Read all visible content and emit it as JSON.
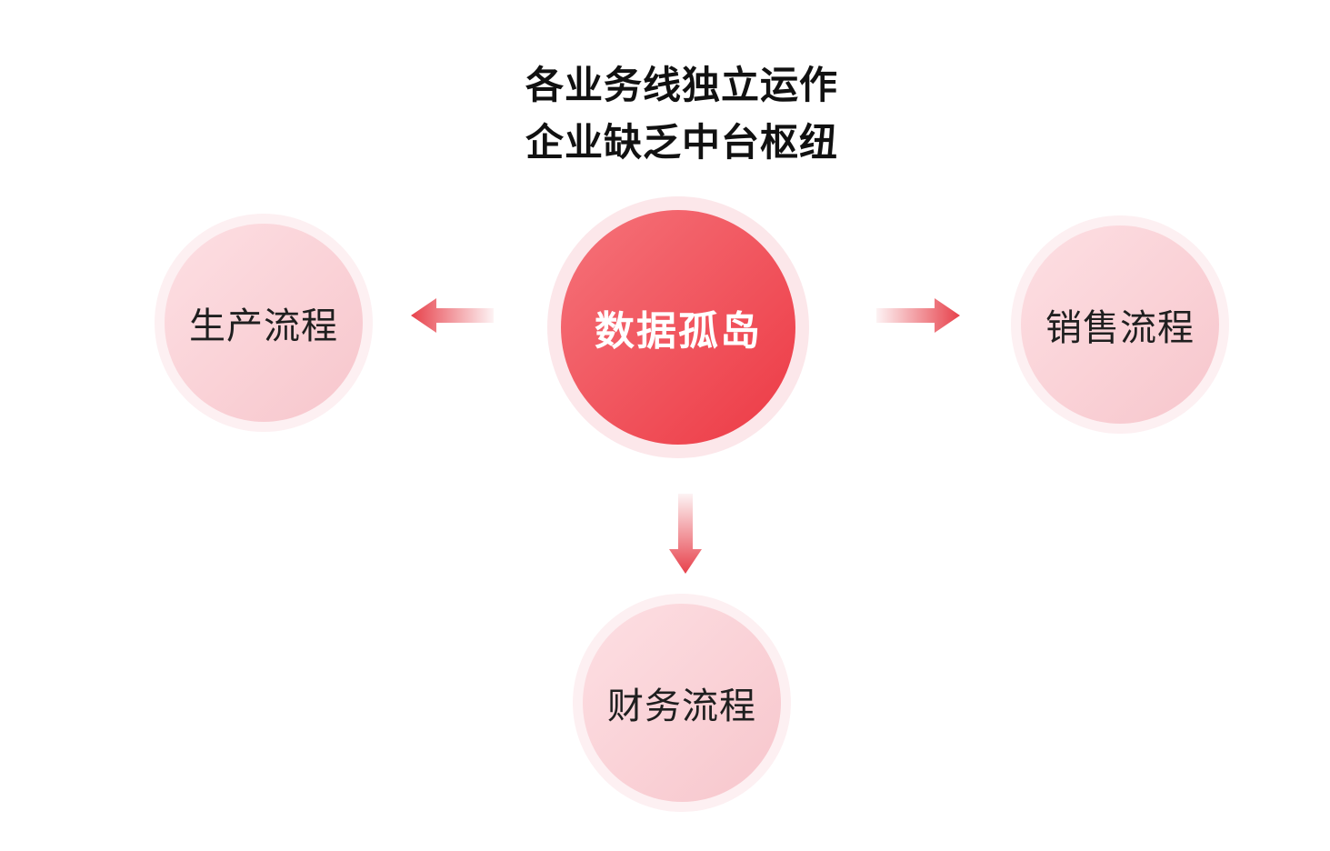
{
  "title": {
    "line1": "各业务线独立运作",
    "line2": "企业缺乏中台枢纽"
  },
  "center_node": {
    "id": "data-silo",
    "label": "数据孤岛"
  },
  "nodes": [
    {
      "id": "production-process",
      "label": "生产流程",
      "position": "left"
    },
    {
      "id": "sales-process",
      "label": "销售流程",
      "position": "right"
    },
    {
      "id": "finance-process",
      "label": "财务流程",
      "position": "bottom"
    }
  ],
  "arrows": [
    {
      "from": "data-silo",
      "to": "production-process",
      "direction": "left"
    },
    {
      "from": "data-silo",
      "to": "sales-process",
      "direction": "right"
    },
    {
      "from": "data-silo",
      "to": "finance-process",
      "direction": "down"
    }
  ],
  "colors": {
    "background": "#FFFFFF",
    "title_text": "#111111",
    "center_circle_gradient_start": "#F5737A",
    "center_circle_gradient_end": "#ED3A45",
    "center_circle_halo": "#FCE7EA",
    "center_text": "#FFFFFF",
    "side_circle_gradient_start": "#FDDFE3",
    "side_circle_gradient_end": "#F7C6CC",
    "side_circle_halo": "#FDF0F2",
    "side_text": "#1F1F1F",
    "arrow_gradient_light": "#FDF3F4",
    "arrow_gradient_red": "#E7414B"
  }
}
